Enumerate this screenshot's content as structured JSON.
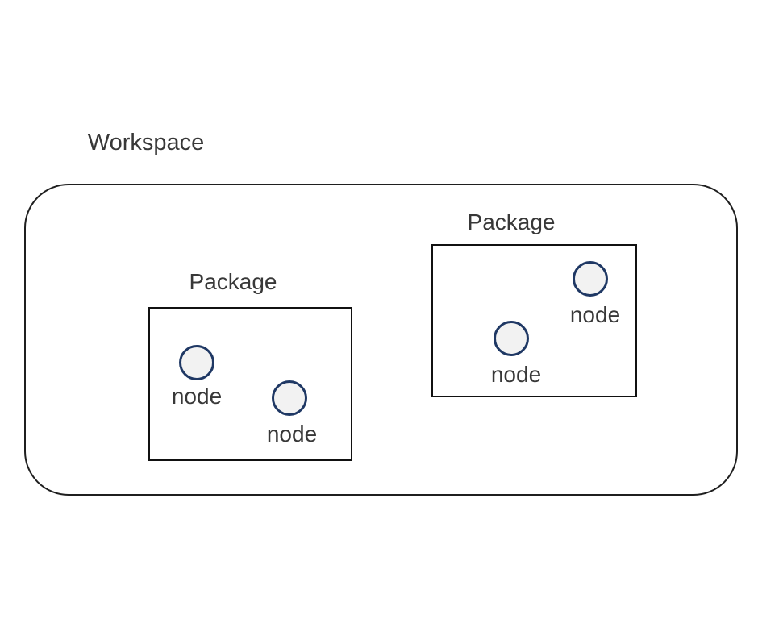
{
  "diagram": {
    "workspace": {
      "label": "Workspace"
    },
    "packages": [
      {
        "label": "Package",
        "nodes": [
          {
            "label": "node"
          },
          {
            "label": "node"
          }
        ]
      },
      {
        "label": "Package",
        "nodes": [
          {
            "label": "node"
          },
          {
            "label": "node"
          }
        ]
      }
    ],
    "colors": {
      "background": "#ffffff",
      "workspace_border": "#1f1f1f",
      "package_border": "#111111",
      "node_border": "#1f3864",
      "node_fill": "#f2f2f2",
      "text": "#383838"
    }
  }
}
